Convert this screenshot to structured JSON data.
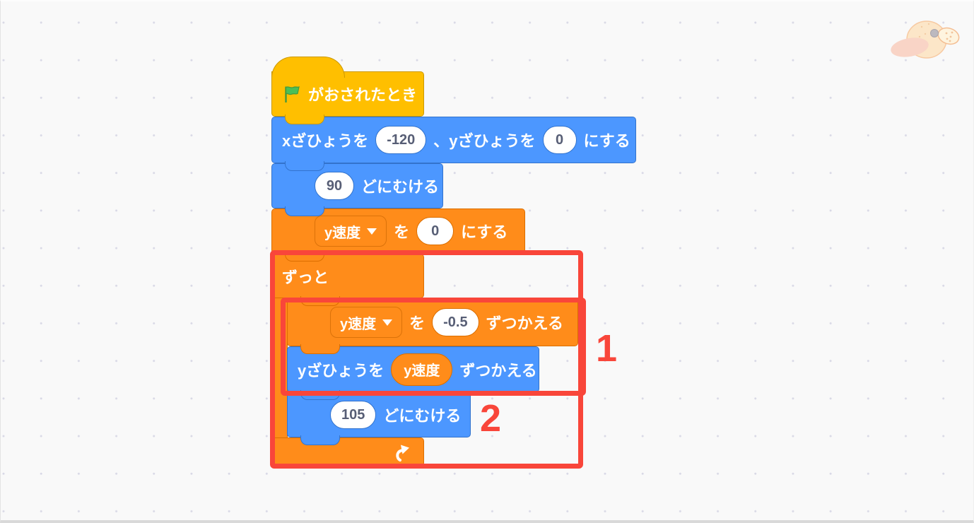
{
  "workspace": {
    "background_color": "#f9f9f9",
    "dot_grid_color": "#d9d9e6"
  },
  "colors": {
    "events_block": "#FFBF00",
    "events_border": "#CC9900",
    "motion_block": "#4C97FF",
    "motion_border": "#3373CC",
    "variables_block": "#FF8C1A",
    "variables_border": "#DB6E00",
    "annotation_red": "#F9463A",
    "input_text": "#575E75",
    "flag_green": "#4CBF56"
  },
  "icons": {
    "hat_icon": "green-flag-icon",
    "loop_icon": "loop-arrow-icon",
    "decoration": "planet-icon",
    "dropdown_icon": "caret-down-icon"
  },
  "script": {
    "when_flag_clicked": {
      "label": "がおされたとき"
    },
    "set_xy": {
      "pre": "xざひょうを",
      "x": "-120",
      "mid": "、yざひょうを",
      "y": "0",
      "post": "にする"
    },
    "point_in_direction_90": {
      "value": "90",
      "label": "どにむける"
    },
    "set_variable": {
      "variable": "y速度",
      "to": "を",
      "value": "0",
      "post": "にする"
    },
    "forever": {
      "label": "ずっと"
    },
    "change_variable": {
      "variable": "y速度",
      "to": "を",
      "value": "-0.5",
      "post": "ずつかえる"
    },
    "change_y": {
      "pre": "yざひょうを",
      "variable": "y速度",
      "post": "ずつかえる"
    },
    "point_in_direction_105": {
      "value": "105",
      "label": "どにむける"
    }
  },
  "annotations": {
    "box1_label": "1",
    "box2_label": "2"
  }
}
